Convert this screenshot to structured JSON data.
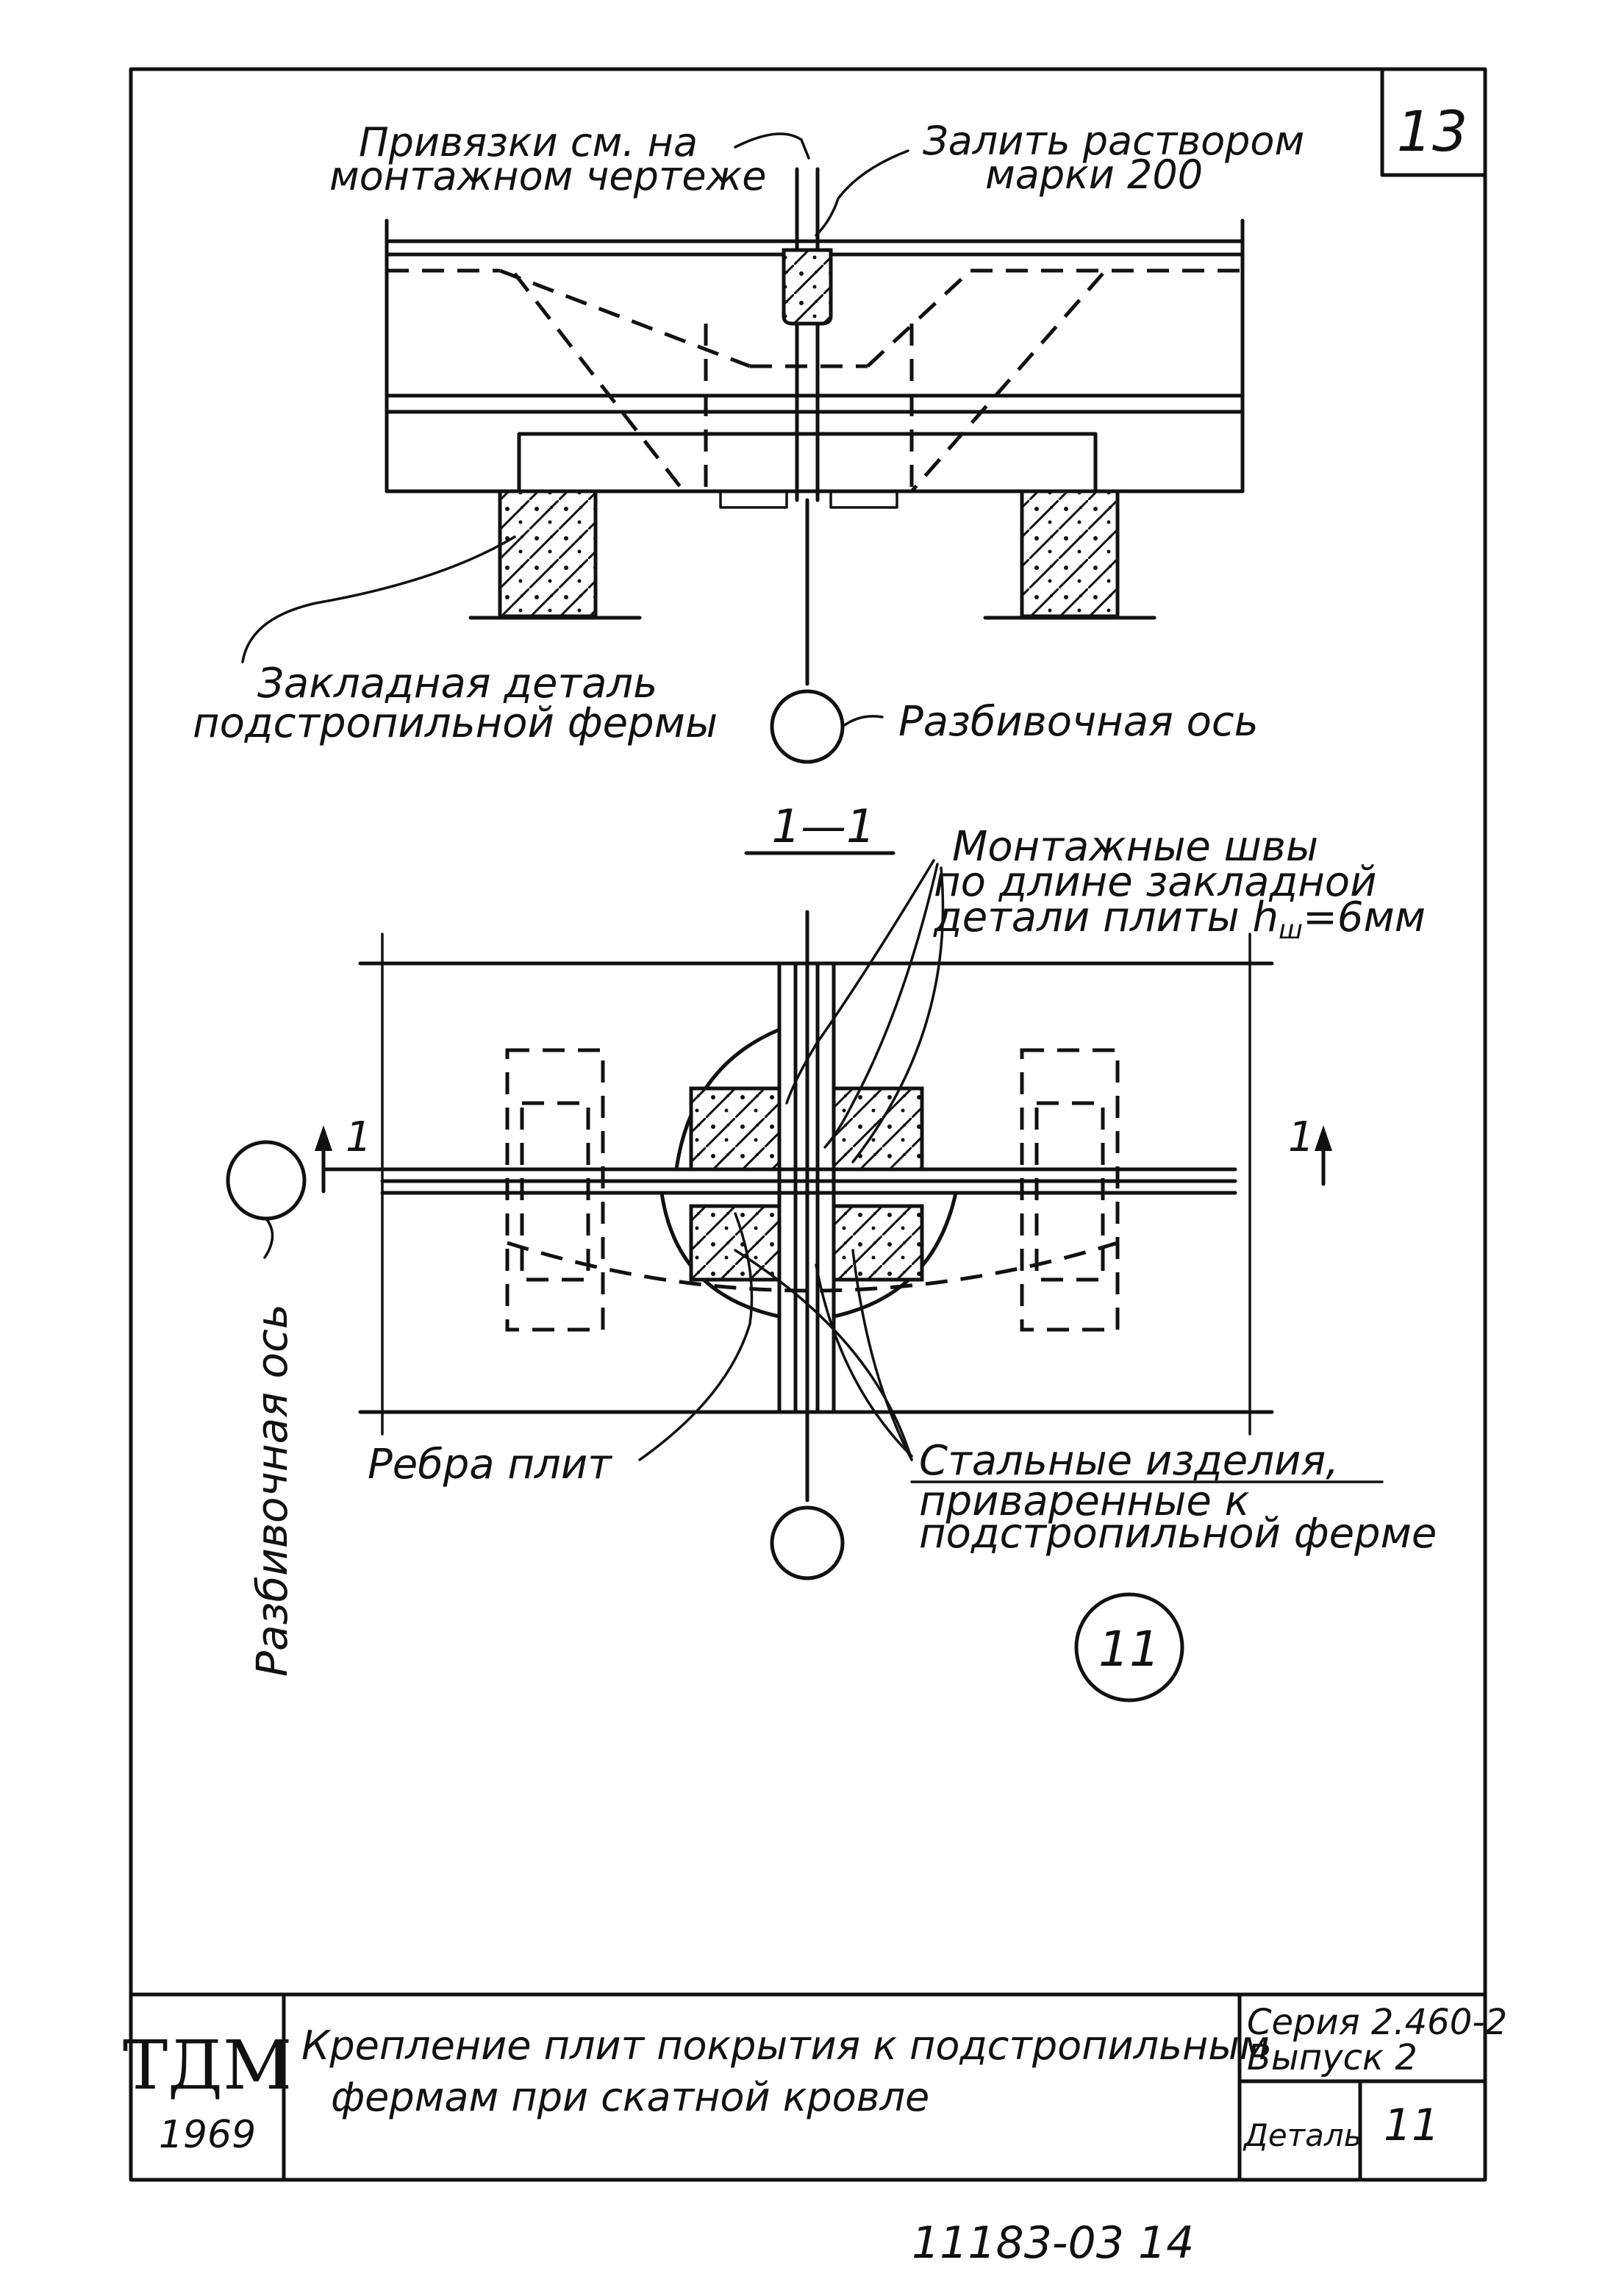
{
  "sheet_number": "13",
  "top_view": {
    "label_binding": "Привязки см. на\nмонтажном чертеже",
    "label_mortar": "Залить раствором\nмарки 200",
    "label_embedded": "Закладная деталь\nподстропильной фермы",
    "label_axis": "Разбивочная ось"
  },
  "section_view": {
    "section_title": "1—1",
    "cut_mark_left": "1",
    "cut_mark_right": "1",
    "label_welds": "Монтажные швы\nпо длине закладной\nдетали плиты h",
    "label_welds_sub": "ш",
    "label_welds_value": "=6мм",
    "label_ribs": "Ребра плит",
    "label_steel": "Стальные изделия,\nприваренные к\nподстропильной ферме",
    "label_axis_vertical": "Разбивочная ось"
  },
  "detail_marker": "11",
  "title_block": {
    "org_logo": "ТДМ",
    "year": "1969",
    "title": "Крепление плит покрытия к подстропильным\nфермам при скатной кровле",
    "series": "Серия 2.460-2",
    "issue": "Выпуск 2",
    "detail_label": "Деталь",
    "detail_number": "11"
  },
  "footer_code": "11183-03 14"
}
